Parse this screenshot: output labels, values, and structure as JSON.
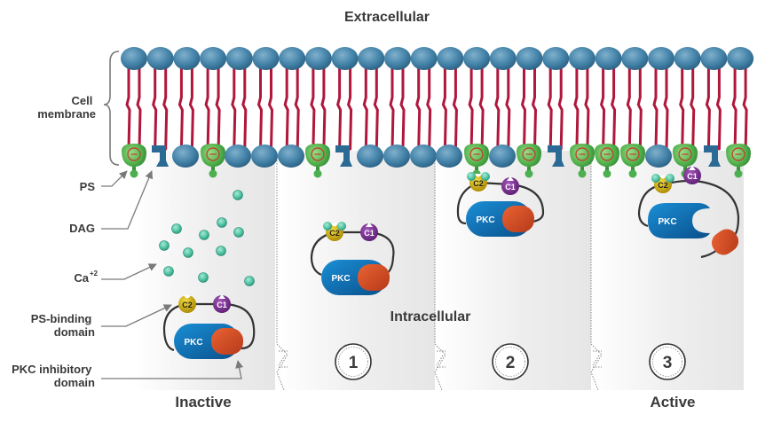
{
  "title_top": "Extracellular",
  "title_middle": "Intracellular",
  "left_labels": {
    "cell_membrane": [
      "Cell",
      "membrane"
    ],
    "ps": "PS",
    "dag": "DAG",
    "ca": "Ca",
    "ca_sup": "+2",
    "ps_binding": [
      "PS-binding",
      "domain"
    ],
    "pkc_inhibitory": [
      "PKC inhibitory",
      "domain"
    ]
  },
  "protein": {
    "kinase_label": "PKC",
    "c2_label": "C2",
    "c1_label": "C1"
  },
  "panels": [
    {
      "id": "inactive",
      "caption": "Inactive",
      "step": ""
    },
    {
      "id": "step-1",
      "caption": "",
      "step": "1"
    },
    {
      "id": "step-2",
      "caption": "",
      "step": "2"
    },
    {
      "id": "step-3",
      "caption": "Active",
      "step": "3"
    }
  ],
  "membrane": {
    "lower_leaflet_sequence": [
      "PS",
      "DAG",
      "lipid",
      "PS",
      "lipid",
      "lipid",
      "lipid",
      "PS",
      "DAG",
      "lipid",
      "lipid",
      "lipid",
      "lipid",
      "PS",
      "lipid",
      "PS",
      "DAG",
      "PS",
      "PS",
      "PS",
      "lipid",
      "PS",
      "DAG",
      "PS",
      "lipid"
    ]
  },
  "colors": {
    "lipid_head": "#3f7fa5",
    "lipid_tail": "#b0173c",
    "ps": "#4caf50",
    "dag": "#2a6a94",
    "calcium": "#4fc2a2",
    "pkc": "#0d6cb3",
    "inhibitor": "#d2471e",
    "c2": "#c9a400",
    "c1": "#7b2b8f",
    "text": "#3a3a3a"
  }
}
